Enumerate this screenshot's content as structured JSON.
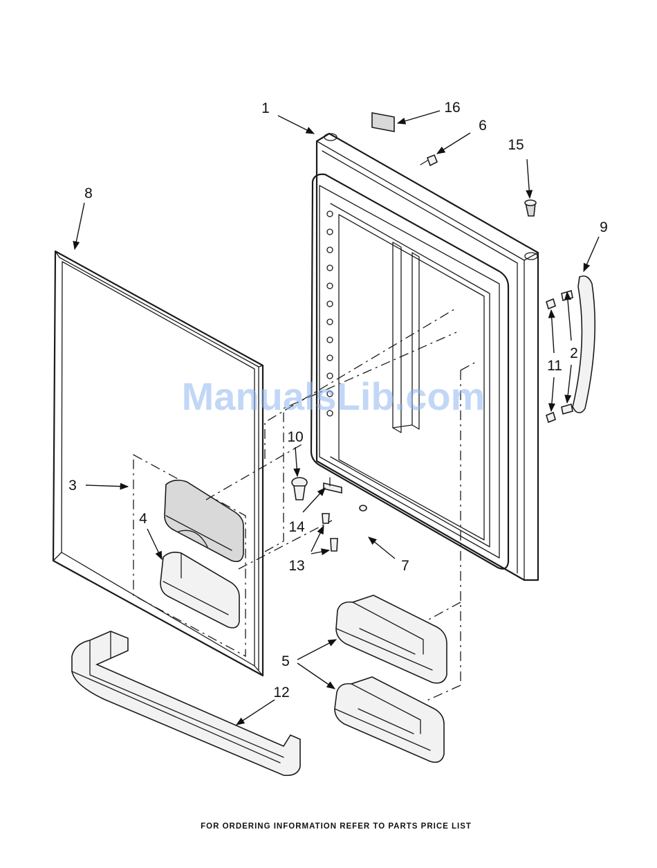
{
  "diagram": {
    "callouts": {
      "c1": "1",
      "c2": "2",
      "c3": "3",
      "c4": "4",
      "c5": "5",
      "c6": "6",
      "c7": "7",
      "c8": "8",
      "c9": "9",
      "c10": "10",
      "c11": "11",
      "c12": "12",
      "c13": "13",
      "c14": "14",
      "c15": "15",
      "c16": "16"
    },
    "footer": "FOR ORDERING INFORMATION REFER TO PARTS PRICE LIST",
    "watermark": "ManualsLib.com"
  }
}
